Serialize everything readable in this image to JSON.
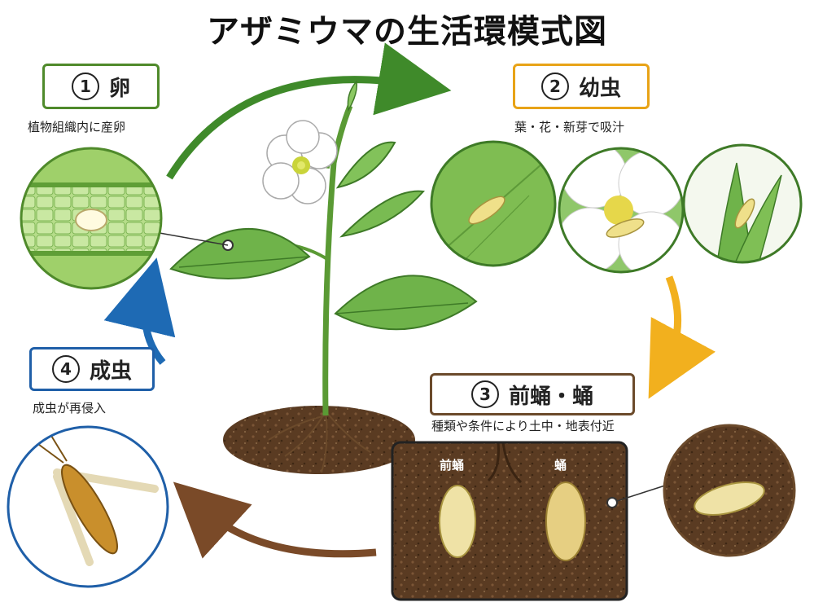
{
  "title": "アザミウマの生活環模式図",
  "stages": [
    {
      "number": "1",
      "name": "卵",
      "description": "植物組織内に産卵",
      "color": "#4f8a2b"
    },
    {
      "number": "2",
      "name": "幼虫",
      "description": "葉・花・新芽で吸汁",
      "color": "#e8a317"
    },
    {
      "number": "3",
      "name": "前蛹・蛹",
      "description": "種類や条件により土中・地表付近",
      "color": "#6b4a2b"
    },
    {
      "number": "4",
      "name": "成虫",
      "description": "成虫が再侵入",
      "color": "#1f5fa8"
    }
  ],
  "soil_panel": {
    "prepupa_label": "前蛹",
    "pupa_label": "蛹"
  },
  "arrow_colors": [
    "#3f8a2a",
    "#f2b01e",
    "#7a4a28",
    "#1e6ab4"
  ]
}
